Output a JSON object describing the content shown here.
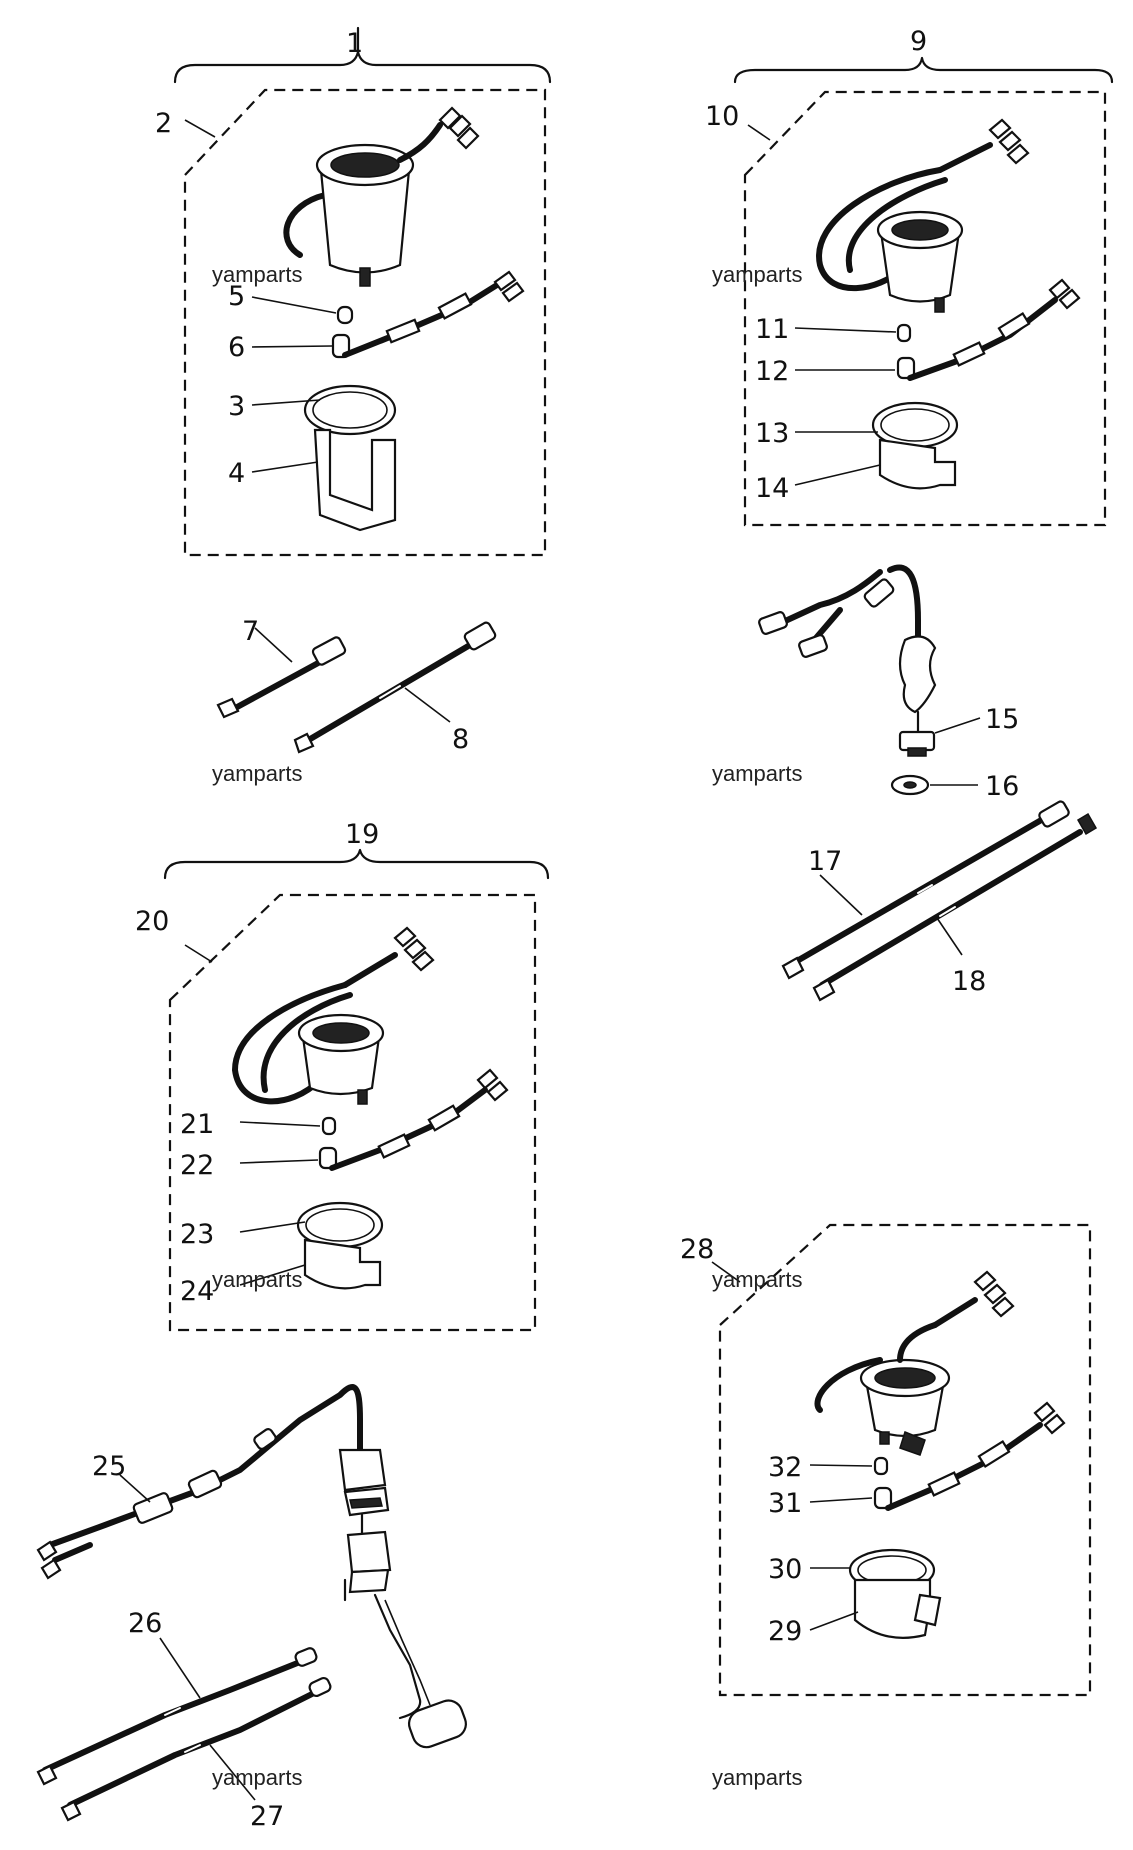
{
  "watermark": "yamparts",
  "labels": {
    "l1": "1",
    "l2": "2",
    "l3": "3",
    "l4": "4",
    "l5": "5",
    "l6": "6",
    "l7": "7",
    "l8": "8",
    "l9": "9",
    "l10": "10",
    "l11": "11",
    "l12": "12",
    "l13": "13",
    "l14": "14",
    "l15": "15",
    "l16": "16",
    "l17": "17",
    "l18": "18",
    "l19": "19",
    "l20": "20",
    "l21": "21",
    "l22": "22",
    "l23": "23",
    "l24": "24",
    "l25": "25",
    "l26": "26",
    "l27": "27",
    "l28": "28",
    "l29": "29",
    "l30": "30",
    "l31": "31",
    "l32": "32"
  }
}
